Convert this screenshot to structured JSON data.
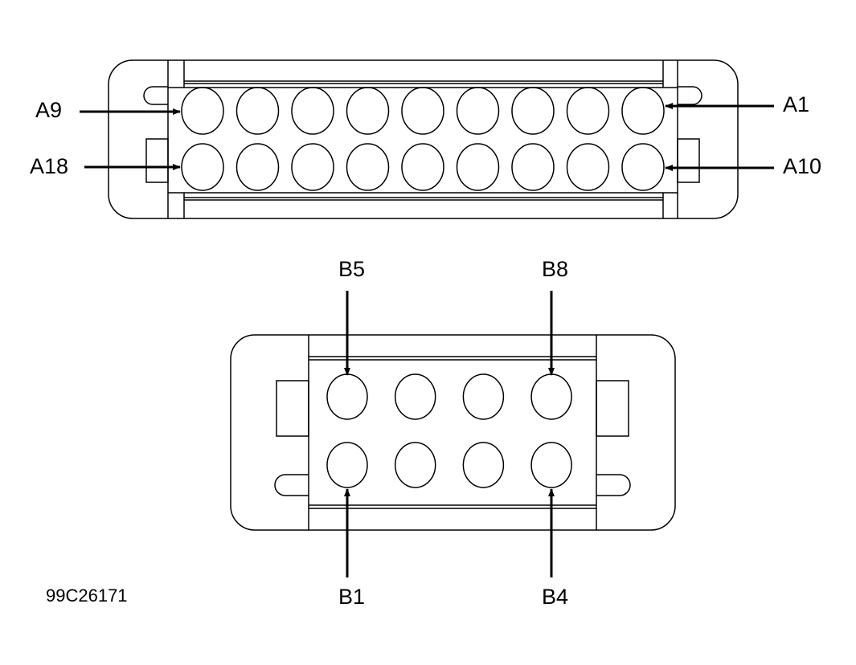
{
  "connector_a": {
    "pins_per_row": 9,
    "rows": 2,
    "labels": {
      "a9": "A9",
      "a1": "A1",
      "a18": "A18",
      "a10": "A10"
    }
  },
  "connector_b": {
    "pins_per_row": 4,
    "rows": 2,
    "labels": {
      "b5": "B5",
      "b8": "B8",
      "b1": "B1",
      "b4": "B4"
    }
  },
  "figure_id": "99C26171",
  "colors": {
    "stroke": "#000000",
    "background": "#ffffff"
  }
}
